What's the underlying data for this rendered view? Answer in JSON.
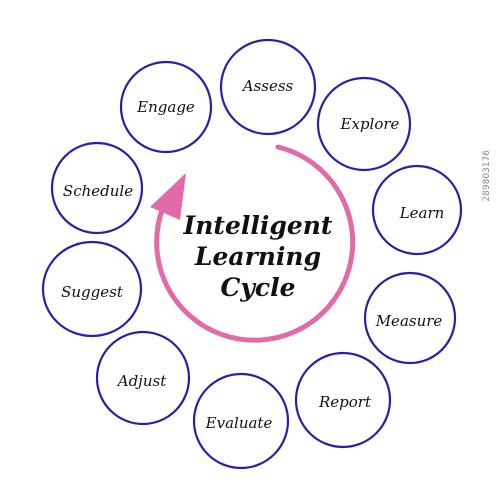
{
  "diagram": {
    "title_lines": [
      "Intelligent",
      "Learning",
      "Cycle"
    ],
    "nodes": [
      {
        "id": "assess",
        "label": "Assess"
      },
      {
        "id": "explore",
        "label": "Explore"
      },
      {
        "id": "learn",
        "label": "Learn"
      },
      {
        "id": "measure",
        "label": "Measure"
      },
      {
        "id": "report",
        "label": "Report"
      },
      {
        "id": "evaluate",
        "label": "Evaluate"
      },
      {
        "id": "adjust",
        "label": "Adjust"
      },
      {
        "id": "suggest",
        "label": "Suggest"
      },
      {
        "id": "schedule",
        "label": "Schedule"
      },
      {
        "id": "engage",
        "label": "Engage"
      }
    ],
    "colors": {
      "circle_stroke": "#2a1fa8",
      "arrow": "#e26aa8",
      "text": "#111111"
    }
  },
  "stock_id": "289803176"
}
